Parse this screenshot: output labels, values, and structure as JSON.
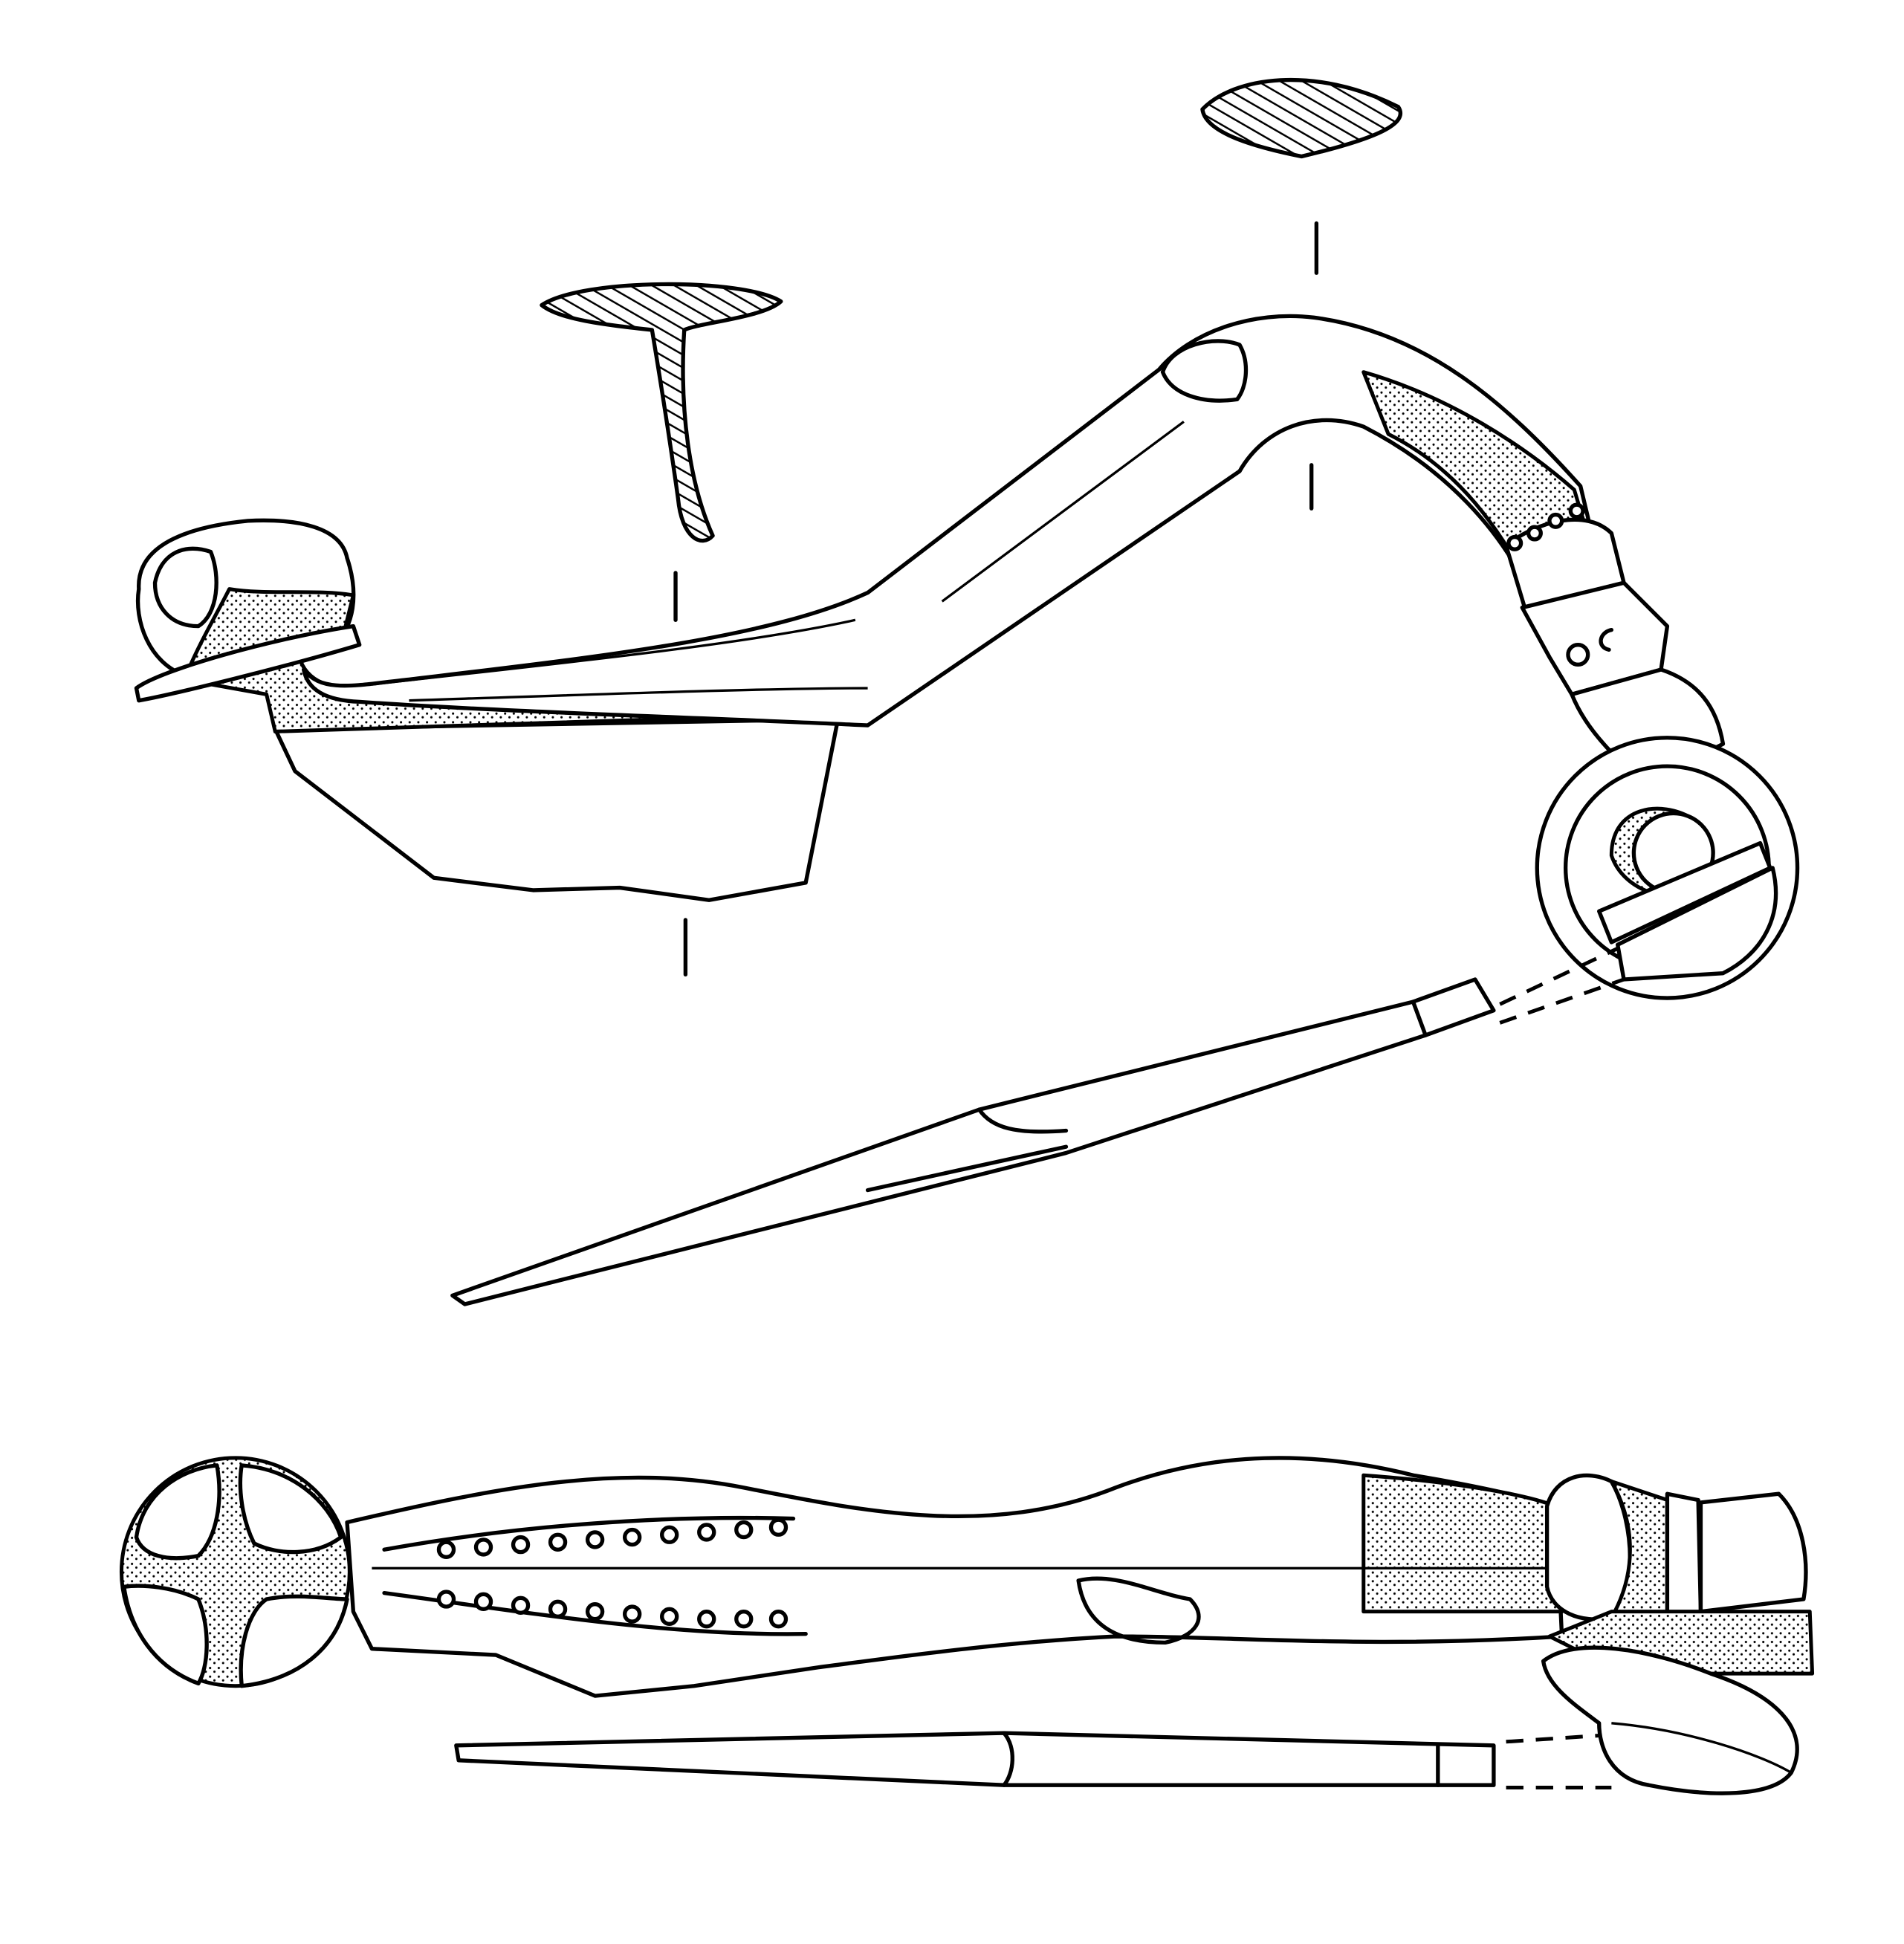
{
  "colors": {
    "ink": "#000000",
    "background": "#ffffff"
  },
  "views": [
    "section-foot",
    "section-bow",
    "profile-view",
    "top-view"
  ]
}
